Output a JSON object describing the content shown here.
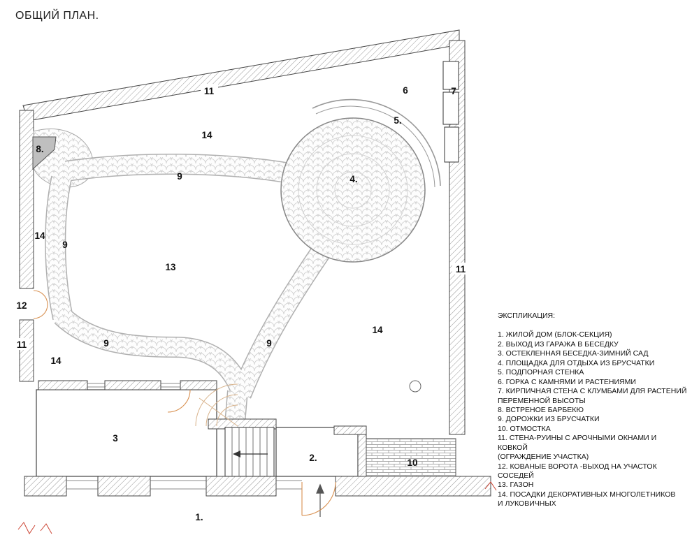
{
  "page_title": "ОБЩИЙ ПЛАН.",
  "legend": {
    "title": "ЭКСПЛИКАЦИЯ:",
    "items": [
      "1. ЖИЛОЙ ДОМ (БЛОК-СЕКЦИЯ)",
      "2. ВЫХОД ИЗ ГАРАЖА В БЕСЕДКУ",
      "3. ОСТЕКЛЕННАЯ БЕСЕДКА-ЗИМНИЙ САД",
      "4. ПЛОЩАДКА ДЛЯ ОТДЫХА ИЗ БРУСЧАТКИ",
      "5. ПОДПОРНАЯ СТЕНКА",
      "6. ГОРКА С КАМНЯМИ И РАСТЕНИЯМИ",
      "7. КИРПИЧНАЯ СТЕНА С КЛУМБАМИ ДЛЯ РАСТЕНИЙ\nПЕРЕМЕННОЙ ВЫСОТЫ",
      "8. ВСТРЕНОЕ БАРБЕКЮ",
      "9. ДОРОЖКИ ИЗ БРУСЧАТКИ",
      "10. ОТМОСТКА",
      "11. СТЕНА-РУИНЫ С АРОЧНЫМИ ОКНАМИ И КОВКОЙ\n(ОГРАЖДЕНИЕ УЧАСТКА)",
      "12. КОВАНЫЕ ВОРОТА -ВЫХОД НА УЧАСТОК СОСЕДЕЙ",
      "13. ГАЗОН",
      "14. ПОСАДКИ ДЕКОРАТИВНЫХ МНОГОЛЕТНИКОВ\nИ ЛУКОВИЧНЫХ"
    ]
  },
  "plan_labels": [
    {
      "text": "11"
    },
    {
      "text": "6"
    },
    {
      "text": "7"
    },
    {
      "text": "5."
    },
    {
      "text": "14"
    },
    {
      "text": "8."
    },
    {
      "text": "9"
    },
    {
      "text": "4."
    },
    {
      "text": "14"
    },
    {
      "text": "9"
    },
    {
      "text": "13"
    },
    {
      "text": "11"
    },
    {
      "text": "12"
    },
    {
      "text": "14"
    },
    {
      "text": "9"
    },
    {
      "text": "9"
    },
    {
      "text": "11"
    },
    {
      "text": "14"
    },
    {
      "text": "3"
    },
    {
      "text": "2."
    },
    {
      "text": "10"
    },
    {
      "text": "1."
    }
  ],
  "colors": {
    "wall_line": "#444444",
    "paving_line": "#cdcdcd",
    "door_swing": "#d89050",
    "break_mark": "#cc4433"
  }
}
